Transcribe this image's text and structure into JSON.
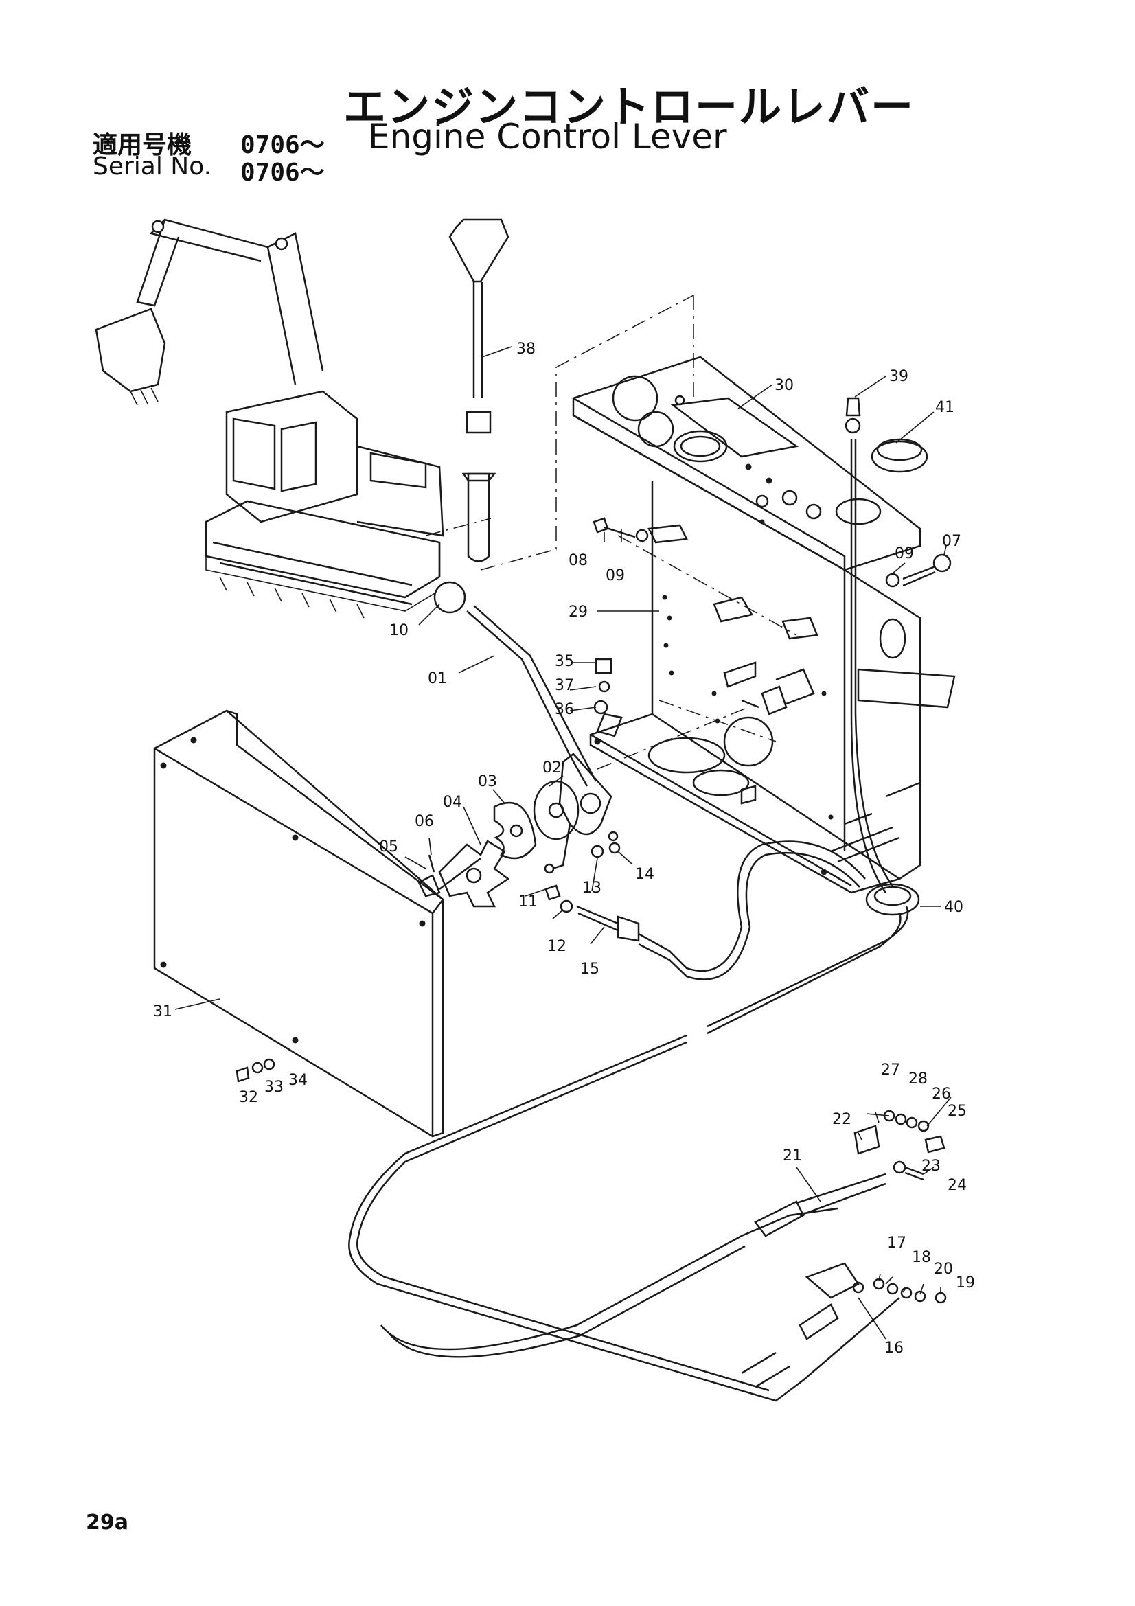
{
  "header": {
    "title_jp": "エンジンコントロールレバー",
    "title_en": "Engine Control Lever",
    "serial_label_jp": "適用号機",
    "serial_label_en": "Serial No.",
    "serial_range_jp": "0706～",
    "serial_range_en": "0706～"
  },
  "footer": {
    "page_number": "29a"
  },
  "callouts": {
    "p01": "01",
    "p02": "02",
    "p03": "03",
    "p04": "04",
    "p05": "05",
    "p06": "06",
    "p07": "07",
    "p08": "08",
    "p09a": "09",
    "p09b": "09",
    "p10": "10",
    "p11": "11",
    "p12": "12",
    "p13": "13",
    "p14": "14",
    "p15": "15",
    "p16": "16",
    "p17": "17",
    "p18": "18",
    "p19": "19",
    "p20": "20",
    "p21": "21",
    "p22": "22",
    "p23": "23",
    "p24": "24",
    "p25": "25",
    "p26": "26",
    "p27": "27",
    "p28": "28",
    "p29": "29",
    "p30": "30",
    "p31": "31",
    "p32": "32",
    "p33": "33",
    "p34": "34",
    "p35": "35",
    "p36": "36",
    "p37": "37",
    "p38": "38",
    "p39": "39",
    "p40": "40",
    "p41": "41"
  }
}
